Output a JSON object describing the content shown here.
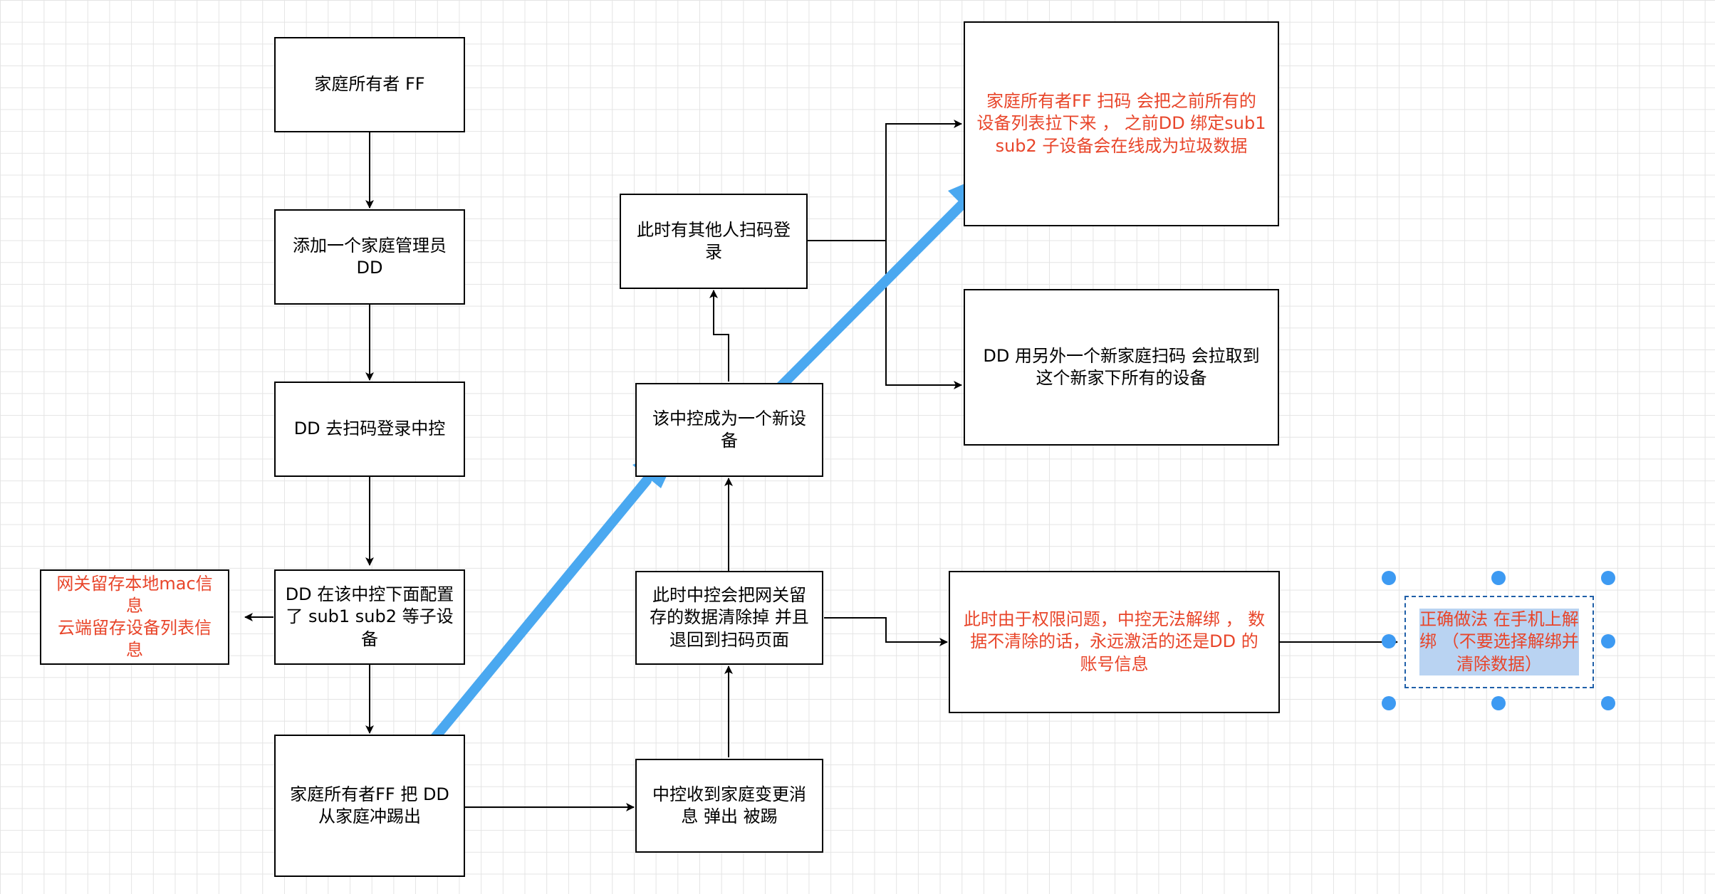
{
  "nodes": {
    "n1": "家庭所有者 FF",
    "n2": "添加一个家庭管理员\nDD",
    "n3": "DD 去扫码登录中控",
    "n4": "DD 在该中控下面配置\n了 sub1 sub2 等子设\n备",
    "n5": "家庭所有者FF 把 DD\n从家庭冲踢出",
    "note_left": "网关留存本地mac信\n息\n云端留存设备列表信\n息",
    "m1": "中控收到家庭变更消\n息 弹出   被踢",
    "m2": "此时中控会把网关留\n存的数据清除掉 并且\n退回到扫码页面",
    "m3": "该中控成为一个新设\n备",
    "m4": "此时有其他人扫码登\n录",
    "r1": "家庭所有者FF 扫码 会把之前所有的\n设备列表拉下来 ， 之前DD 绑定sub1\nsub2 子设备会在线成为垃圾数据",
    "r2": "DD 用另外一个新家庭扫码 会拉取到\n这个新家下所有的设备",
    "r3": "此时由于权限问题，中控无法解绑 ， 数\n据不清除的话，永远激活的还是DD 的\n账号信息",
    "sel": "正确做法 在手机上解\n绑 （不要选择解绑并\n清除数据）"
  },
  "colors": {
    "text": "#000000",
    "note_red": "#e8452a",
    "big_arrow": "#4aa8f0",
    "selection": "#3d9af2"
  }
}
